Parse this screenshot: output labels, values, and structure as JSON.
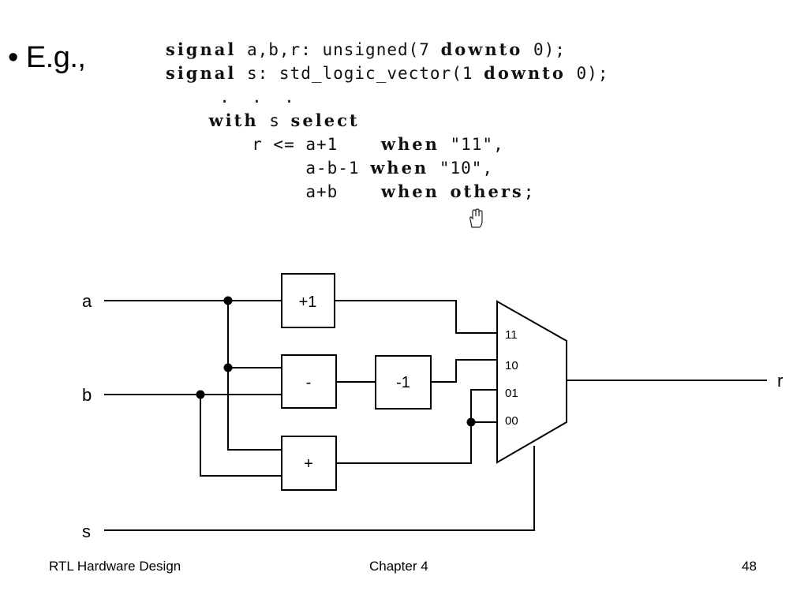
{
  "bullet": {
    "symbol": "•",
    "text": "E.g.,"
  },
  "code": {
    "lines": [
      [
        {
          "t": "signal",
          "kw": true
        },
        {
          "t": " a,b,r: unsigned(7 "
        },
        {
          "t": "downto",
          "kw": true
        },
        {
          "t": " 0);"
        }
      ],
      [
        {
          "t": "signal",
          "kw": true
        },
        {
          "t": " s: std_logic_vector(1 "
        },
        {
          "t": "downto",
          "kw": true
        },
        {
          "t": " 0);"
        }
      ],
      [
        {
          "t": "     .  .  ."
        }
      ],
      [
        {
          "t": "    "
        },
        {
          "t": "with",
          "kw": true
        },
        {
          "t": " s "
        },
        {
          "t": "select",
          "kw": true
        }
      ],
      [
        {
          "t": "        r <= a+1    "
        },
        {
          "t": "when",
          "kw": true
        },
        {
          "t": " \"11\","
        }
      ],
      [
        {
          "t": "             a-b-1 "
        },
        {
          "t": "when",
          "kw": true
        },
        {
          "t": " \"10\","
        }
      ],
      [
        {
          "t": "             a+b    "
        },
        {
          "t": "when",
          "kw": true
        },
        {
          "t": " "
        },
        {
          "t": "others",
          "kw": true
        },
        {
          "t": ";"
        }
      ]
    ]
  },
  "diagram": {
    "inputs": {
      "a": "a",
      "b": "b",
      "s": "s"
    },
    "output": "r",
    "blocks": {
      "inc": "+1",
      "sub": "-",
      "dec": "-1",
      "add": "+"
    },
    "mux_ports": [
      "11",
      "10",
      "01",
      "00"
    ]
  },
  "footer": {
    "left": "RTL Hardware Design",
    "center": "Chapter 4",
    "right": "48"
  },
  "colors": {
    "ink": "#000000",
    "background": "#ffffff"
  }
}
